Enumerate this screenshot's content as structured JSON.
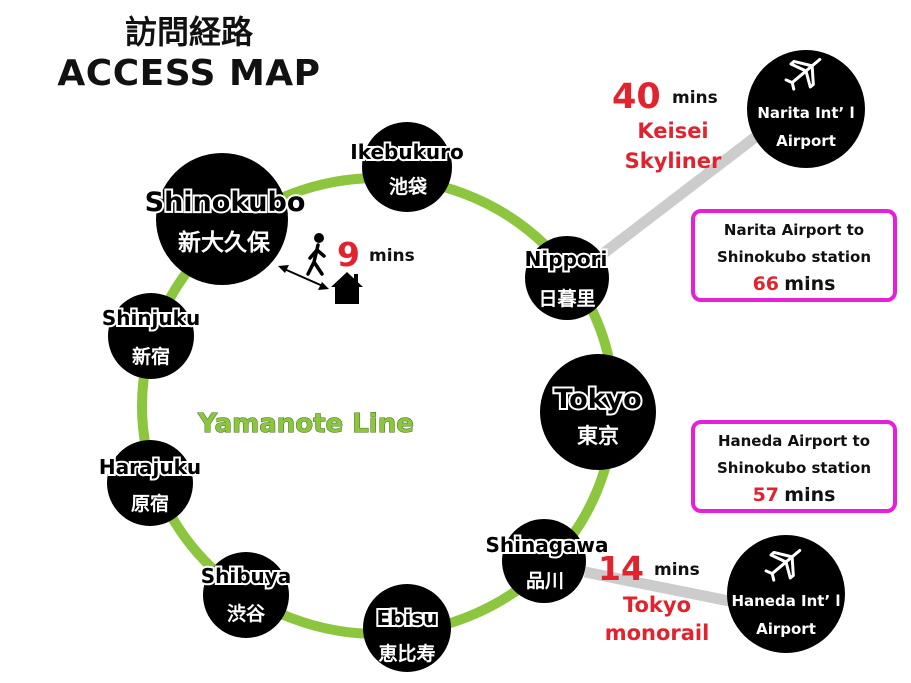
{
  "title": {
    "ja": "訪問経路",
    "en": "ACCESS MAP"
  },
  "line_name": "Yamanote Line",
  "stations": [
    {
      "id": "shinokubo",
      "en": "Shinokubo",
      "ja": "新大久保"
    },
    {
      "id": "ikebukuro",
      "en": "Ikebukuro",
      "ja": "池袋"
    },
    {
      "id": "nippori",
      "en": "Nippori",
      "ja": "日暮里"
    },
    {
      "id": "tokyo",
      "en": "Tokyo",
      "ja": "東京"
    },
    {
      "id": "shinagawa",
      "en": "Shinagawa",
      "ja": "品川"
    },
    {
      "id": "ebisu",
      "en": "Ebisu",
      "ja": "恵比寿"
    },
    {
      "id": "shibuya",
      "en": "Shibuya",
      "ja": "渋谷"
    },
    {
      "id": "harajuku",
      "en": "Harajuku",
      "ja": "原宿"
    },
    {
      "id": "shinjuku",
      "en": "Shinjuku",
      "ja": "新宿"
    }
  ],
  "airports": {
    "narita": {
      "line1": "Narita Int’ l",
      "line2": "Airport"
    },
    "haneda": {
      "line1": "Haneda Int’ l",
      "line2": "Airport"
    }
  },
  "walk": {
    "value": "9",
    "unit": "mins"
  },
  "narita_route": {
    "value": "40",
    "unit": "mins",
    "line1": "Keisei",
    "line2": "Skyliner"
  },
  "haneda_route": {
    "value": "14",
    "unit": "mins",
    "line1": "Tokyo",
    "line2": "monorail"
  },
  "info_narita": {
    "line1": "Narita Airport to",
    "line2": "Shinokubo station",
    "value": "66",
    "unit": "mins"
  },
  "info_haneda": {
    "line1": "Haneda Airport to",
    "line2": "Shinokubo station",
    "value": "57",
    "unit": "mins"
  },
  "colors": {
    "loop_line": "#8cc63f",
    "airport_link": "#cccccc",
    "highlight": "#e1232e",
    "info_border": "#e61fd8"
  },
  "icons": [
    "person-walking-icon",
    "house-icon",
    "airplane-icon"
  ]
}
